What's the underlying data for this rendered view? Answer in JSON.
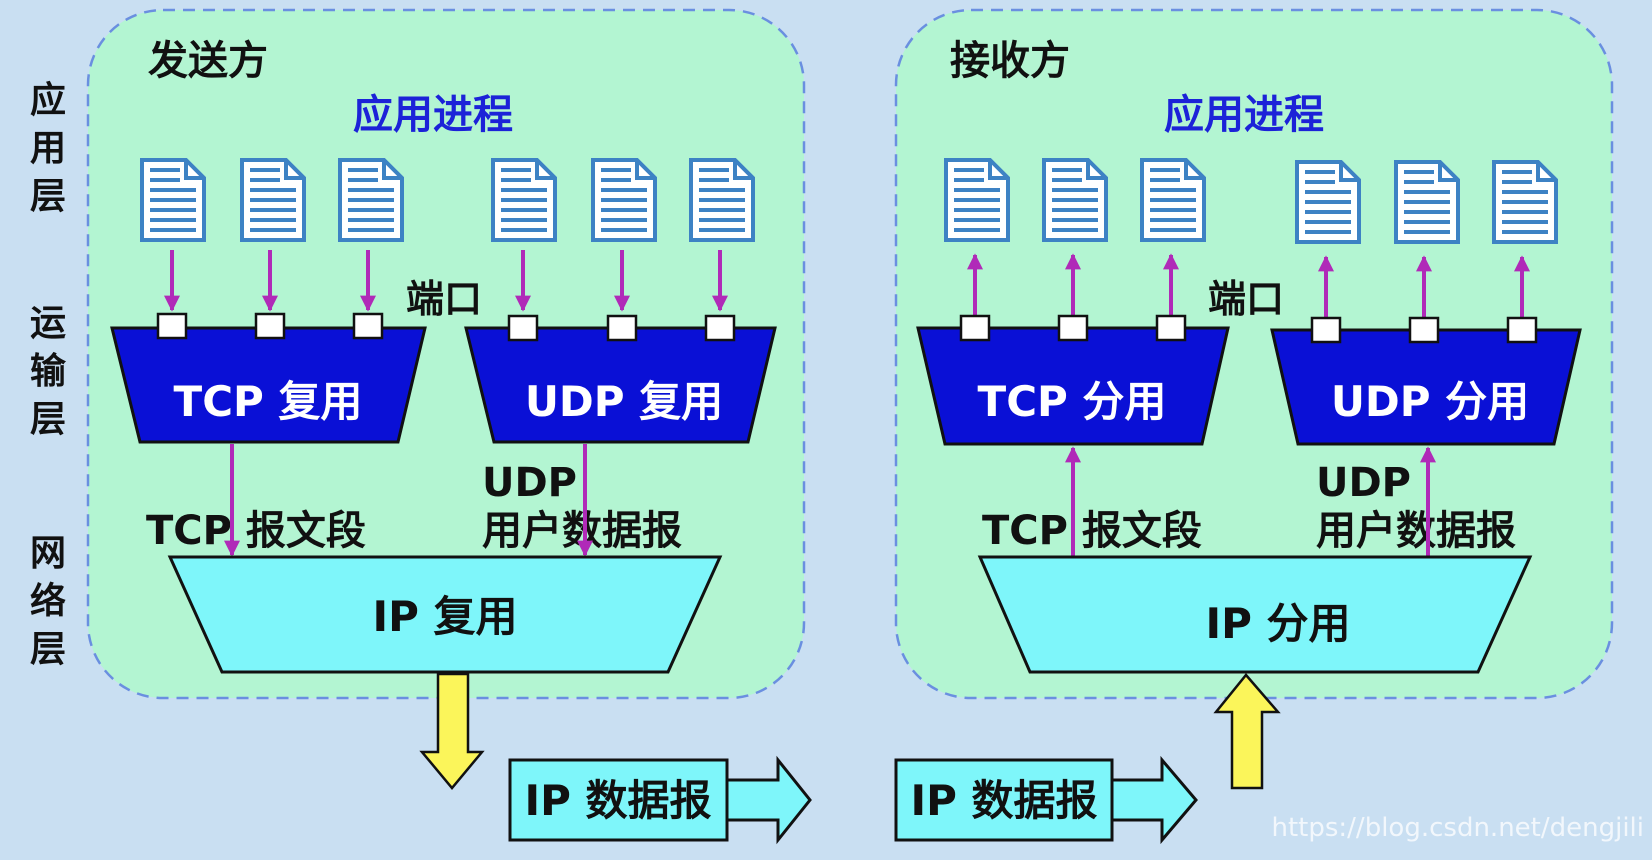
{
  "layers": {
    "application": "应用层",
    "transport": "运输层",
    "network": "网络层"
  },
  "sender": {
    "title": "发送方",
    "app_process": "应用进程",
    "port_label": "端口",
    "tcp_mux": "TCP 复用",
    "udp_mux": "UDP 复用",
    "tcp_segment": "TCP 报文段",
    "udp_line1": "UDP",
    "udp_line2": "用户数据报",
    "ip_mux": "IP 复用",
    "ip_datagram": "IP 数据报"
  },
  "receiver": {
    "title": "接收方",
    "app_process": "应用进程",
    "port_label": "端口",
    "tcp_demux": "TCP 分用",
    "udp_demux": "UDP 分用",
    "tcp_segment": "TCP 报文段",
    "udp_line1": "UDP",
    "udp_line2": "用户数据报",
    "ip_demux": "IP 分用",
    "ip_datagram": "IP 数据报"
  },
  "watermark": "https://blog.csdn.net/dengjili",
  "colors": {
    "background": "#c9dff2",
    "panel": "#b3f5d2",
    "panel_border": "#6a8fe0",
    "process_label": "#1c22d8",
    "transport_box": "#0a10d6",
    "ip_box": "#7ef6fa",
    "arrow_purple": "#b02ab8",
    "arrow_yellow": "#fbf55a",
    "document_icon": "#3d82c4"
  }
}
